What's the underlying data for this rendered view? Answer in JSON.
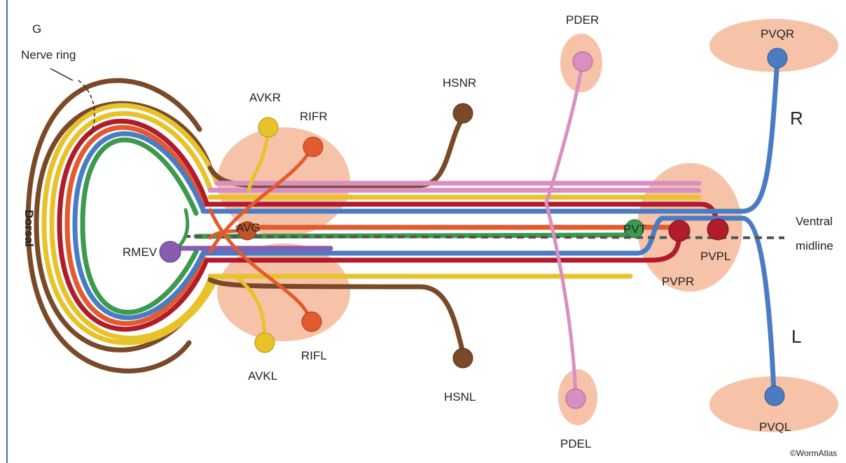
{
  "figure": {
    "panel_label": "G",
    "nerve_ring_label": "Nerve ring",
    "dorsal_label": "Dorsal",
    "ventral_label_line1": "Ventral",
    "ventral_label_line2": "midline",
    "side_right": "R",
    "side_left": "L",
    "credit": "©WormAtlas"
  },
  "neurons": [
    {
      "id": "AVKR",
      "label": "AVKR",
      "color": "#e8c22a"
    },
    {
      "id": "AVKL",
      "label": "AVKL",
      "color": "#e8c22a"
    },
    {
      "id": "RIFR",
      "label": "RIFR",
      "color": "#e25a2e"
    },
    {
      "id": "RIFL",
      "label": "RIFL",
      "color": "#e25a2e"
    },
    {
      "id": "HSNR",
      "label": "HSNR",
      "color": "#7a4a28"
    },
    {
      "id": "HSNL",
      "label": "HSNL",
      "color": "#7a4a28"
    },
    {
      "id": "PDER",
      "label": "PDER",
      "color": "#d98fc2"
    },
    {
      "id": "PDEL",
      "label": "PDEL",
      "color": "#d98fc2"
    },
    {
      "id": "PVQR",
      "label": "PVQR",
      "color": "#4a7cc4"
    },
    {
      "id": "PVQL",
      "label": "PVQL",
      "color": "#4a7cc4"
    },
    {
      "id": "RMEV",
      "label": "RMEV",
      "color": "#8a5cb0"
    },
    {
      "id": "AVG",
      "label": "AVG",
      "color": "#c0532a"
    },
    {
      "id": "PVT",
      "label": "PVT",
      "color": "#3d9a4c"
    },
    {
      "id": "PVPR",
      "label": "PVPR",
      "color": "#b01c2c"
    },
    {
      "id": "PVPL",
      "label": "PVPL",
      "color": "#b01c2c"
    }
  ],
  "colors": {
    "ganglion": "#f4b89a",
    "brown": "#7a4a28",
    "yellow": "#e8c22a",
    "red": "#b01c2c",
    "orange": "#e25a2e",
    "blue": "#4a7cc4",
    "green": "#3d9a4c",
    "pink": "#d98fc2",
    "purple": "#8a5cb0"
  }
}
